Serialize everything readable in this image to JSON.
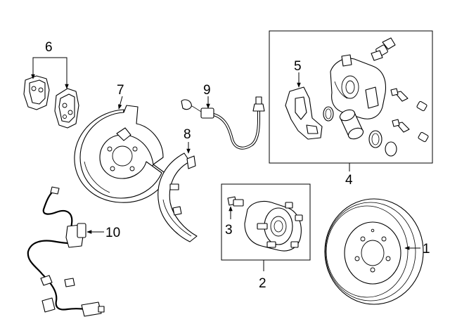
{
  "callouts": {
    "c1": "1",
    "c2": "2",
    "c3": "3",
    "c4": "4",
    "c5": "5",
    "c6": "6",
    "c7": "7",
    "c8": "8",
    "c9": "9",
    "c10": "10"
  },
  "colors": {
    "line": "#000000",
    "background": "#ffffff"
  }
}
